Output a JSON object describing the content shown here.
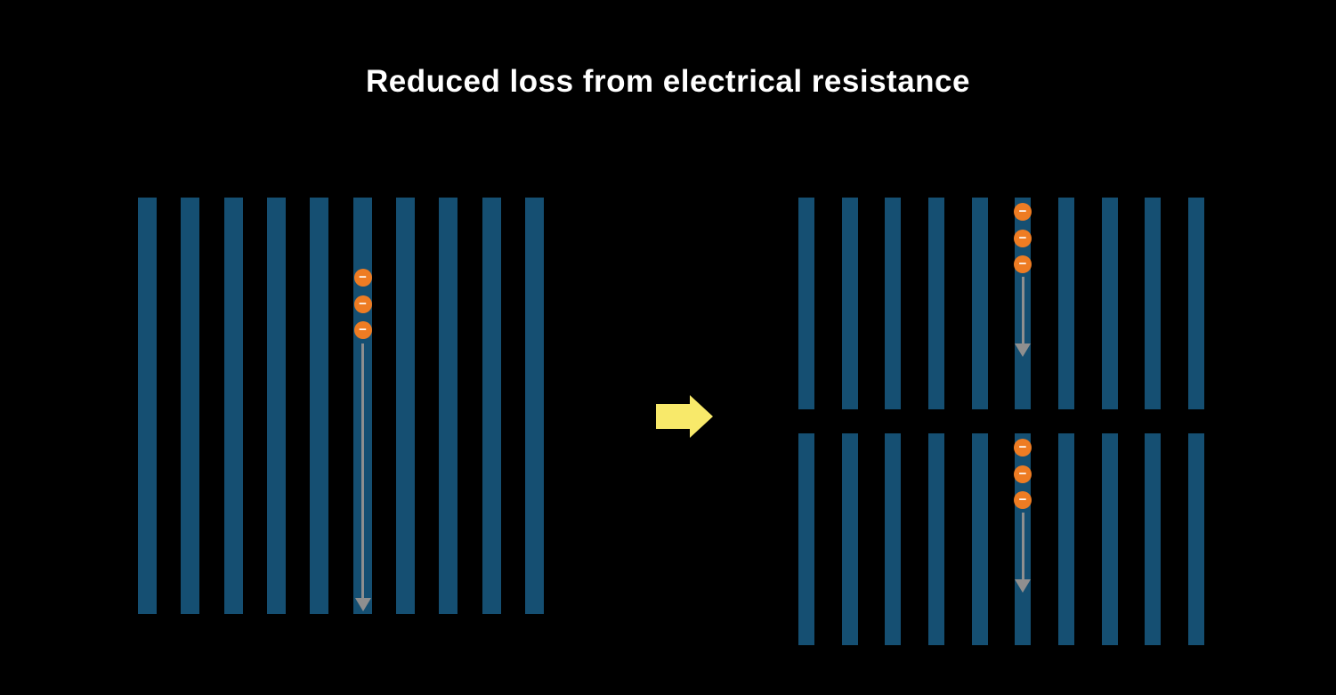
{
  "title": "Reduced loss from electrical resistance",
  "electron_symbol": "−",
  "colors": {
    "background": "#000000",
    "title": "#ffffff",
    "bar": "#154f72",
    "electron_fill": "#ee7c23",
    "electron_symbol": "#ffffff",
    "flow_arrow": "#8f8f8f",
    "transition_arrow": "#f8e96a"
  },
  "left_panel": {
    "groups": [
      {
        "bar_count": 10,
        "electron_bar_index": 5,
        "electron_count": 3
      }
    ]
  },
  "right_panel": {
    "groups": [
      {
        "bar_count": 10,
        "electron_bar_index": 5,
        "electron_count": 3
      },
      {
        "bar_count": 10,
        "electron_bar_index": 5,
        "electron_count": 3
      }
    ]
  },
  "transition": {
    "direction": "right"
  }
}
